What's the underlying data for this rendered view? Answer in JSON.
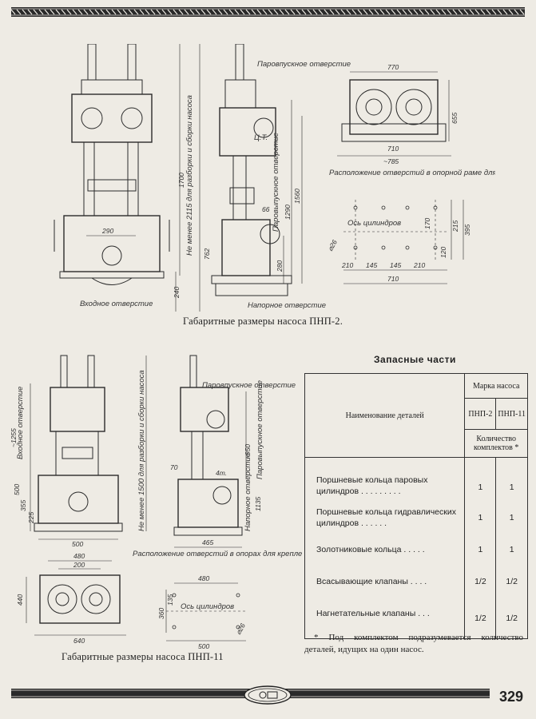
{
  "top_drawing": {
    "labels": {
      "steam_inlet": "Паровпускное отверстие",
      "steam_outlet": "Паровыпускное отверстие",
      "inlet": "Входное отверстие",
      "pressure_outlet": "Напорное отверстие",
      "holes_layout": "Расположение отверстий в опорной раме для крепления насоса к фундаменту",
      "cylinder_axis": "Ось цилиндров",
      "min_clearance": "Не менее 2115 для разборки и сборки насоса",
      "ct": "Ц.Т."
    },
    "dims": [
      "290",
      "240",
      "1700",
      "762",
      "1560",
      "1290",
      "280",
      "66",
      "770",
      "655",
      "710",
      "~785",
      "170",
      "215",
      "395",
      "120",
      "210",
      "145",
      "145",
      "210",
      "710",
      "⌀26"
    ]
  },
  "top_caption": "Габаритные размеры насоса ПНП-2.",
  "bottom_drawing": {
    "labels": {
      "inlet": "Входное отверстие",
      "steam_inlet": "Паровпускное отверстие",
      "steam_outlet": "Паровыпускное отверстие",
      "pressure_outlet": "Напорное отверстие",
      "min_clearance": "Не менее 1500 для разборки и сборки насоса",
      "holes_layout": "Расположение отверстий в опорах для крепления насоса к фундаменту",
      "cylinder_axis": "Ось цилиндров"
    },
    "dims": [
      "~1255",
      "500",
      "355",
      "225",
      "500",
      "~950",
      "70",
      "4т.",
      "1135",
      "465",
      "480",
      "200",
      "440",
      "640",
      "480",
      "135",
      "360",
      "500",
      "⌀26"
    ]
  },
  "bottom_caption": "Габаритные размеры насоса ПНП-11",
  "spare_parts": {
    "title": "Запасные части",
    "col_name": "Наименование деталей",
    "col_brand": "Марка насоса",
    "col_pnp2": "ПНП-2",
    "col_pnp11": "ПНП-11",
    "col_qty": "Количество комплектов *",
    "rows": [
      {
        "name": "Поршневые кольца паровых цилиндров . . . . . . . . .",
        "pnp2": "1",
        "pnp11": "1"
      },
      {
        "name": "Поршневые кольца гидравлических цилиндров . . . . . .",
        "pnp2": "1",
        "pnp11": "1"
      },
      {
        "name": "Золотниковые кольца . . . . .",
        "pnp2": "1",
        "pnp11": "1"
      },
      {
        "name": "Всасывающие клапаны . . . .",
        "pnp2": "1/2",
        "pnp11": "1/2"
      },
      {
        "name": "Нагнетательные клапаны . . .",
        "pnp2": "1/2",
        "pnp11": "1/2"
      }
    ],
    "footnote": "* Под комплектом подразумевается количество деталей, идущих на один насос."
  },
  "page_number": "329"
}
